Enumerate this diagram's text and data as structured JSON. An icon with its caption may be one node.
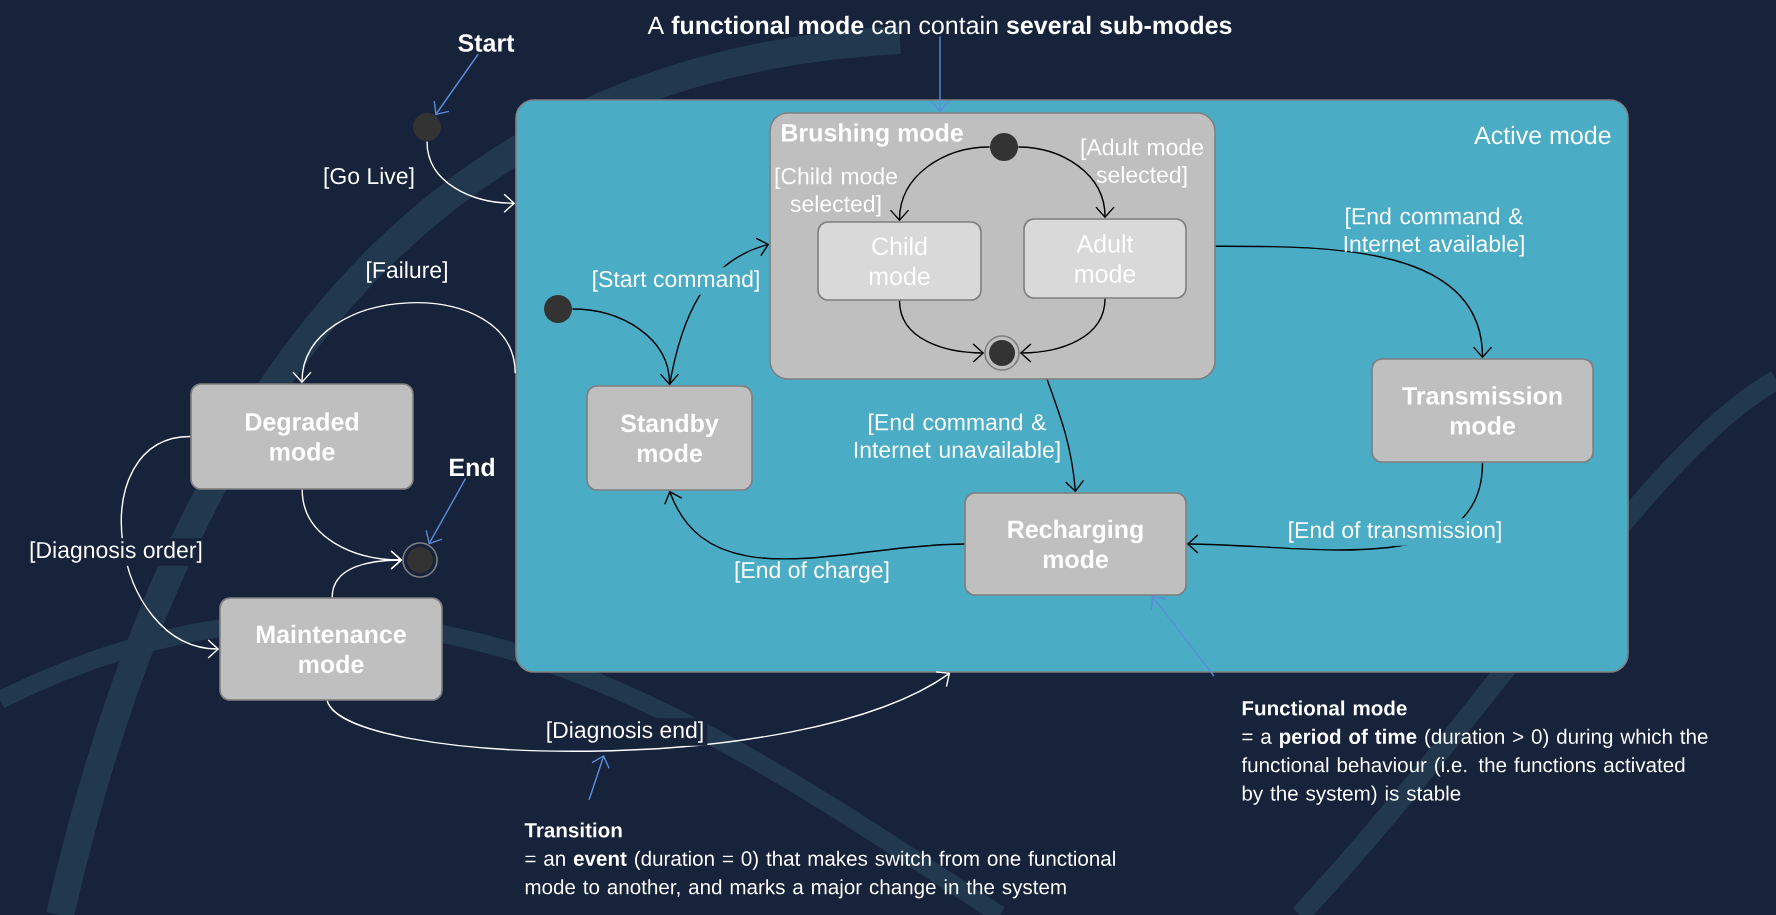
{
  "diagram": {
    "nodes": [
      {
        "text": [
          "Start"
        ]
      },
      {
        "text": [],
        "shape": "circle"
      },
      {
        "text": [
          "Active mode"
        ]
      },
      {
        "text": [
          "Brushing mode"
        ],
        "in": 2
      },
      {
        "text": [],
        "shape": "circle",
        "in": 3
      },
      {
        "text": [
          "Child mode"
        ],
        "in": 3
      },
      {
        "text": [
          "Adult mode"
        ],
        "in": 3
      },
      {
        "text": [],
        "shape": "bullseye",
        "in": 3
      },
      {
        "text": [],
        "shape": "circle",
        "in": 2
      },
      {
        "text": [
          "Standby mode"
        ],
        "in": 2
      },
      {
        "text": [
          "Transmission mode"
        ],
        "in": 2
      },
      {
        "text": [
          "Recharging mode"
        ],
        "in": 2
      },
      {
        "text": [
          "Degraded mode"
        ]
      },
      {
        "text": [
          "Maintenance mode"
        ]
      },
      {
        "text": [
          "End"
        ]
      },
      {
        "text": [],
        "shape": "bullseye"
      },
      {
        "text": [
          "A **functional mode** can contain **several sub-modes**"
        ]
      },
      {
        "text": [
          "Transition",
          "= an **event** (duration = 0) that makes switch from one functional mode to another, and marks a major change in the system"
        ]
      },
      {
        "text": [
          "Functional mode",
          "= a **period of time** (duration > 0) during which the functional behaviour (i.e. the functions activated by the system) is stable"
        ]
      }
    ],
    "edges": [
      {
        "from": 0,
        "to": 1,
        "arrow": "to",
        "color": "#5b8dd9"
      },
      {
        "from": 1,
        "to": 2,
        "arrow": "to",
        "label": "[Go Live]",
        "color": "#ffffff"
      },
      {
        "from": 2,
        "to": 12,
        "arrow": "to",
        "label": "[Failure]",
        "color": "#ffffff"
      },
      {
        "from": 12,
        "to": 13,
        "arrow": "to",
        "label": "[Diagnosis order]",
        "color": "#ffffff"
      },
      {
        "from": 12,
        "to": 15,
        "arrow": "to",
        "color": "#ffffff"
      },
      {
        "from": 13,
        "to": 15,
        "arrow": "to",
        "color": "#ffffff"
      },
      {
        "from": 13,
        "to": 2,
        "arrow": "to",
        "label": "[Diagnosis end]",
        "color": "#ffffff"
      },
      {
        "from": 14,
        "to": 15,
        "arrow": "to",
        "color": "#5b8dd9"
      },
      {
        "from": 9,
        "to": 3,
        "arrow": "to",
        "label": "[Start command]"
      },
      {
        "from": 8,
        "to": 9,
        "arrow": "to"
      },
      {
        "from": 4,
        "to": 5,
        "arrow": "to",
        "label": "[Child mode selected]"
      },
      {
        "from": 4,
        "to": 6,
        "arrow": "to",
        "label": "[Adult mode selected]"
      },
      {
        "from": 5,
        "to": 7,
        "arrow": "to"
      },
      {
        "from": 6,
        "to": 7,
        "arrow": "to"
      },
      {
        "from": 3,
        "to": 10,
        "arrow": "to",
        "label": "[End command & Internet available]"
      },
      {
        "from": 3,
        "to": 11,
        "arrow": "to",
        "label": "[End command & Internet unavailable]"
      },
      {
        "from": 10,
        "to": 11,
        "arrow": "to",
        "label": "[End of transmission]"
      },
      {
        "from": 11,
        "to": 9,
        "arrow": "to",
        "label": "[End of charge]"
      },
      {
        "from": 16,
        "to": 3,
        "arrow": "to",
        "color": "#5b8dd9"
      },
      {
        "from": 17,
        "to": null,
        "arrow": "to",
        "color": "#5b8dd9"
      },
      {
        "from": 18,
        "to": 11,
        "arrow": "to",
        "color": "#5b8dd9"
      }
    ]
  }
}
